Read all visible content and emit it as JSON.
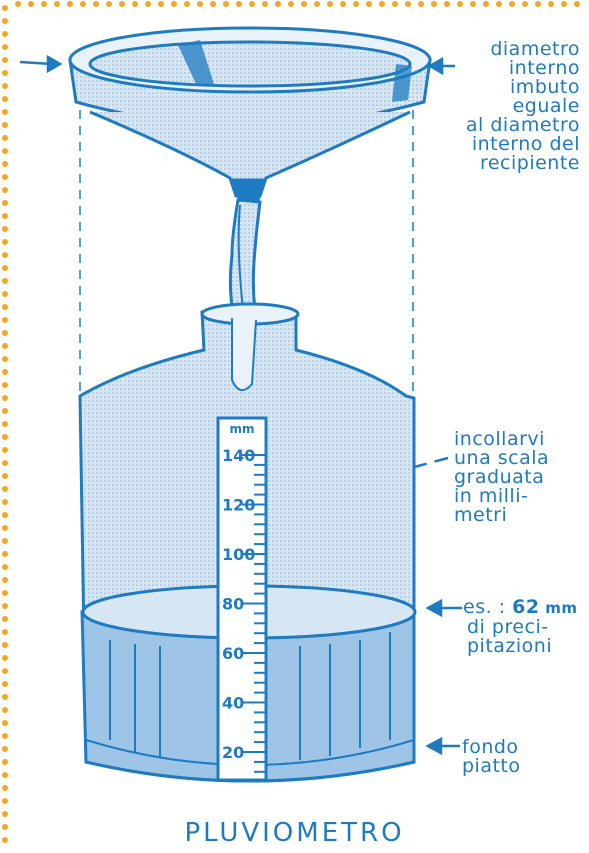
{
  "colors": {
    "ink": "#1e7bc1",
    "fill": "#d7e6f3",
    "water": "#9cc4e6",
    "dots": "#f5a623"
  },
  "labels": {
    "funnel": [
      "diametro",
      "interno",
      "imbuto",
      "eguale",
      "al diametro",
      "interno del",
      "recipiente"
    ],
    "scale": [
      "incollarvi",
      "una scala",
      "graduata",
      "in milli-",
      "metri"
    ],
    "rain": {
      "prefix": "es. : ",
      "value": "62",
      "unit": " mm",
      "lines": [
        "di preci-",
        "pitazioni"
      ]
    },
    "bottom": [
      "fondo",
      "piatto"
    ]
  },
  "ruler": {
    "unit": "mm",
    "ticks": [
      "140",
      "120",
      "100",
      "80",
      "60",
      "40",
      "20"
    ]
  },
  "title": "PLUVIOMETRO"
}
